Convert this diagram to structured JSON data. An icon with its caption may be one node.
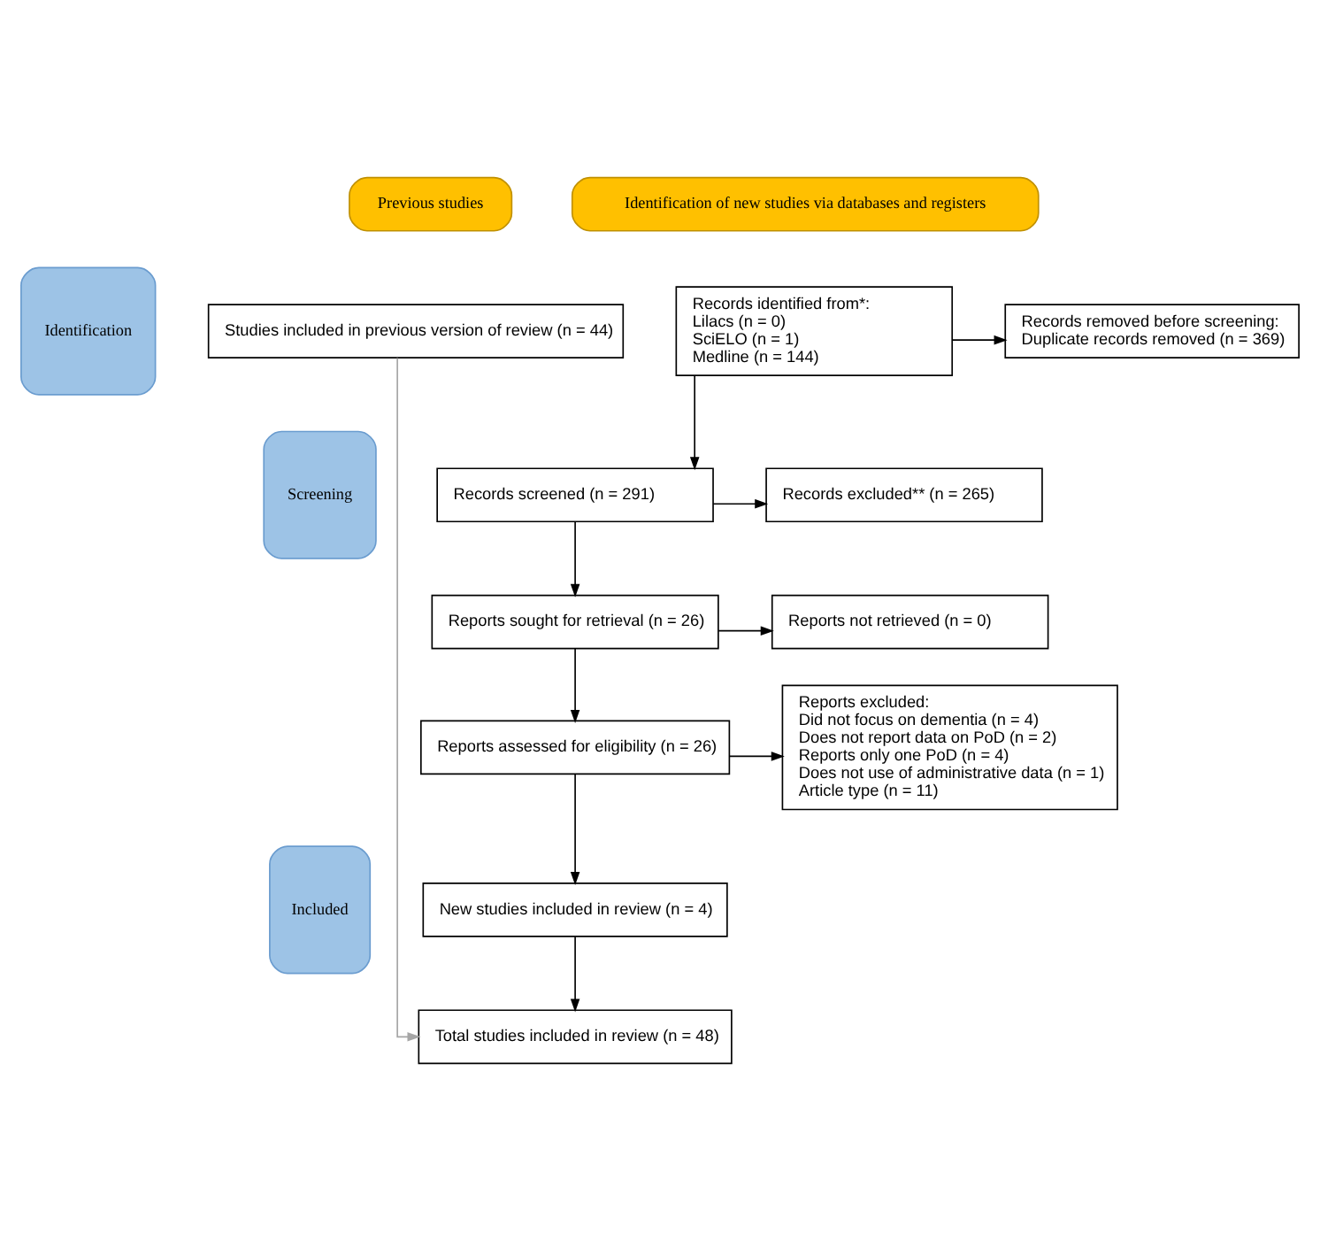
{
  "diagram": {
    "nodes": [
      {
        "text": [
          "Previous studies"
        ]
      },
      {
        "text": [
          "Identification of new studies via databases and registers"
        ]
      },
      {
        "text": [
          "Identification"
        ]
      },
      {
        "text": [
          "Screening"
        ]
      },
      {
        "text": [
          "Included"
        ]
      },
      {
        "text": [
          "Studies included in previous version of review (n = 44)"
        ]
      },
      {
        "text": [
          "Records identified from*:",
          "Lilacs (n = 0)",
          "SciELO (n = 1)",
          "Medline (n = 144)"
        ]
      },
      {
        "text": [
          "Records removed before screening:",
          "Duplicate records removed (n = 369)"
        ]
      },
      {
        "text": [
          "Records screened (n = 291)"
        ]
      },
      {
        "text": [
          "Records excluded** (n = 265)"
        ]
      },
      {
        "text": [
          "Reports sought for retrieval (n = 26)"
        ]
      },
      {
        "text": [
          "Reports not retrieved (n = 0)"
        ]
      },
      {
        "text": [
          "Reports assessed for eligibility (n = 26)"
        ]
      },
      {
        "text": [
          "Reports excluded:",
          "Did not focus on dementia (n = 4)",
          "Does not report data on PoD (n = 2)",
          "Reports only one PoD (n = 4)",
          "Does not use of administrative data (n = 1)",
          "Article type (n = 11)"
        ]
      },
      {
        "text": [
          "New studies included in review (n = 4)"
        ]
      },
      {
        "text": [
          "Total studies included in review (n = 48)"
        ]
      }
    ],
    "edges": [
      {
        "from": 6,
        "to": 7,
        "arrow": "to"
      },
      {
        "from": 6,
        "to": 8,
        "arrow": "to"
      },
      {
        "from": 8,
        "to": 9,
        "arrow": "to"
      },
      {
        "from": 8,
        "to": 10,
        "arrow": "to"
      },
      {
        "from": 10,
        "to": 11,
        "arrow": "to"
      },
      {
        "from": 10,
        "to": 12,
        "arrow": "to"
      },
      {
        "from": 12,
        "to": 13,
        "arrow": "to"
      },
      {
        "from": 12,
        "to": 14,
        "arrow": "to"
      },
      {
        "from": 14,
        "to": 15,
        "arrow": "to"
      },
      {
        "from": 5,
        "to": 15,
        "arrow": "to",
        "color": "#a6a6a6"
      }
    ]
  }
}
